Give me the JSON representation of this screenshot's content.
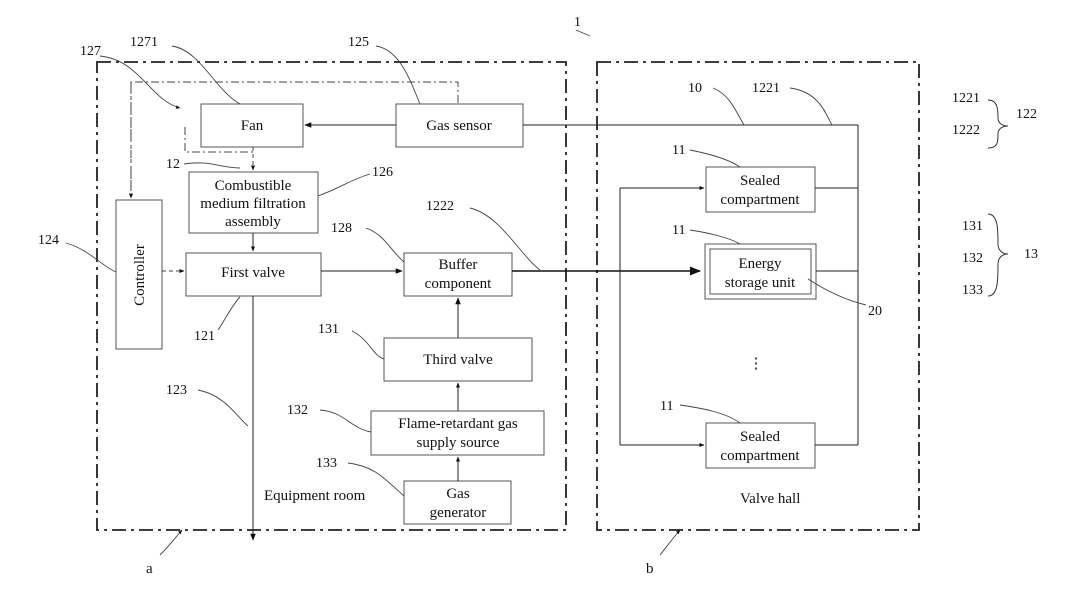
{
  "figure_number": "1",
  "regions": {
    "equipment_room": {
      "label": "Equipment room",
      "ref": "a"
    },
    "valve_hall": {
      "label": "Valve hall",
      "ref": "b"
    }
  },
  "components": {
    "fan": "Fan",
    "gas_sensor": "Gas sensor",
    "filtration": [
      "Combustible",
      "medium filtration",
      "assembly"
    ],
    "controller": "Controller",
    "first_valve": "First valve",
    "buffer": [
      "Buffer",
      "component"
    ],
    "third_valve": "Third valve",
    "flame_source": [
      "Flame-retardant gas",
      "supply source"
    ],
    "gas_generator": [
      "Gas",
      "generator"
    ],
    "sealed_top": [
      "Sealed",
      "compartment"
    ],
    "energy_unit": [
      "Energy",
      "storage unit"
    ],
    "sealed_bottom": [
      "Sealed",
      "compartment"
    ],
    "ellipsis": "⋮"
  },
  "refs": {
    "r127": "127",
    "r1271": "1271",
    "r125": "125",
    "r12": "12",
    "r126": "126",
    "r124": "124",
    "r128": "128",
    "r1222_mid": "1222",
    "r121": "121",
    "r131": "131",
    "r123": "123",
    "r132": "132",
    "r133": "133",
    "r10": "10",
    "r1221_top": "1221",
    "r11_a": "11",
    "r11_b": "11",
    "r11_c": "11",
    "r20": "20"
  },
  "legend": {
    "group_122": {
      "items": [
        "1221",
        "1222"
      ],
      "label": "122"
    },
    "group_13": {
      "items": [
        "131",
        "132",
        "133"
      ],
      "label": "13"
    }
  }
}
